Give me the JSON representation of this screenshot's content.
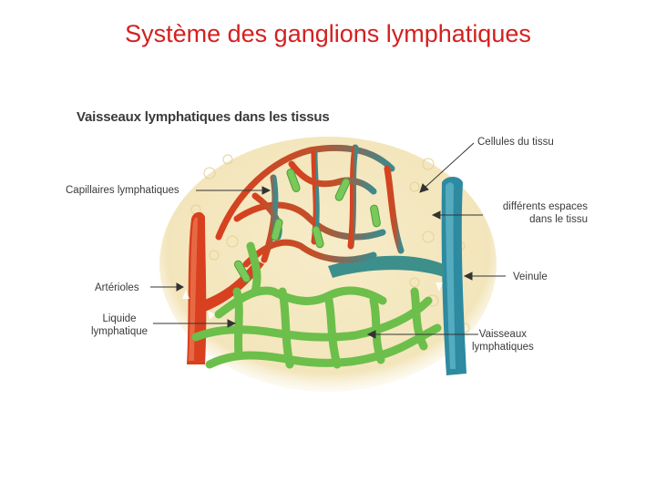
{
  "title": "Système des ganglions lymphatiques",
  "figure": {
    "heading": "Vaisseaux lymphatiques dans les tissus",
    "labels": {
      "capillaires": "Capillaires lymphatiques",
      "arterioles": "Artérioles",
      "liquide_line1": "Liquide",
      "liquide_line2": "lymphatique",
      "cellules": "Cellules du tissu",
      "espaces_line1": "différents espaces",
      "espaces_line2": "dans le tissu",
      "veinule": "Veinule",
      "vaisseaux_line1": "Vaisseaux",
      "vaisseaux_line2": "lymphatiques"
    },
    "colors": {
      "title": "#d42020",
      "tissue": "#f4e7be",
      "arterial": "#d8401f",
      "venous": "#2d8aa0",
      "lymphatic": "#6cbf4a"
    }
  }
}
